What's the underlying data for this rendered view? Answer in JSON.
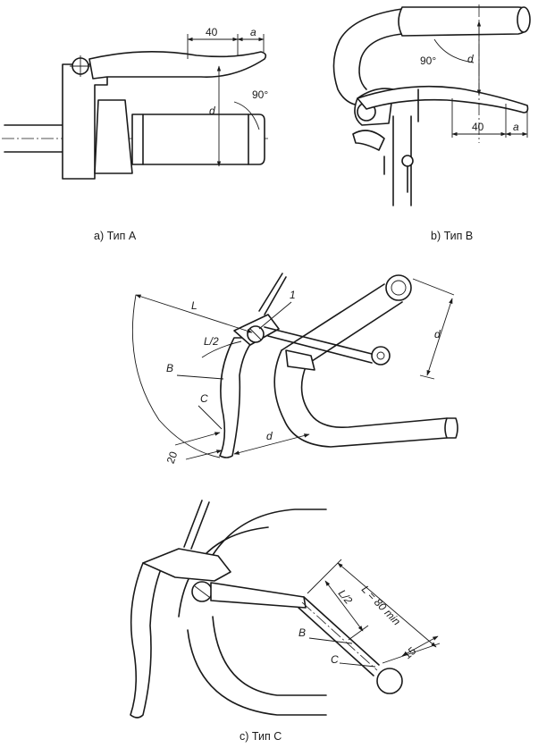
{
  "captions": {
    "a": "a) Тип A",
    "b": "b) Тип B",
    "c": "c) Тип C"
  },
  "type_a": {
    "dim_40": "40",
    "dim_a": "a",
    "dim_d": "d",
    "angle": "90°"
  },
  "type_b": {
    "dim_40": "40",
    "dim_a": "a",
    "dim_d": "d",
    "angle": "90°"
  },
  "type_c_top": {
    "dim_L": "L",
    "dim_L2": "L/2",
    "label_B": "B",
    "label_C": "C",
    "dim_20": "20",
    "dim_d_bottom": "d",
    "dim_d_right": "d",
    "callout_1": "1"
  },
  "type_c_bottom": {
    "dim_L": "L = 80 min",
    "dim_L2": "L/2",
    "label_B": "B",
    "label_C": "C",
    "dim_15": "15"
  }
}
